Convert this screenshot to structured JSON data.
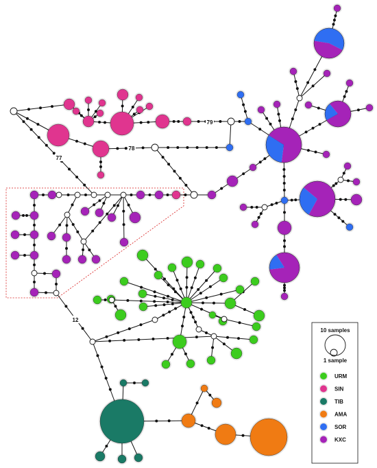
{
  "branch_labels": {
    "b77": "77",
    "b78": "78",
    "b79": "79",
    "b12": "12"
  },
  "legend": {
    "size_max_label": "10 samples",
    "size_min_label": "1 sample",
    "groups": [
      {
        "code": "URM",
        "color": "#3ccc1e"
      },
      {
        "code": "SIN",
        "color": "#e0358f"
      },
      {
        "code": "TIB",
        "color": "#1a7a66"
      },
      {
        "code": "AMA",
        "color": "#f07b13"
      },
      {
        "code": "SOR",
        "color": "#2f6ef2"
      },
      {
        "code": "KXC",
        "color": "#a523b8"
      }
    ]
  }
}
